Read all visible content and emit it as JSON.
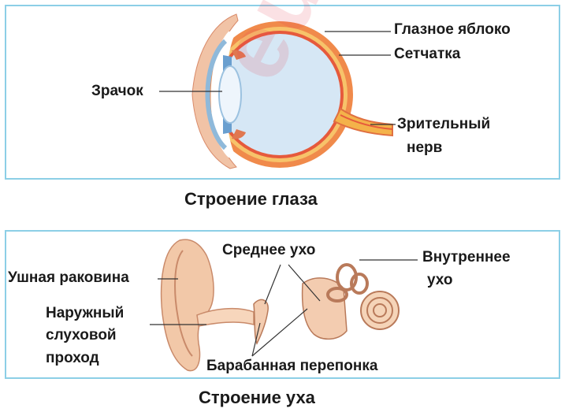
{
  "eye": {
    "caption": "Строение глаза",
    "labels": {
      "eyeball": "Глазное яблоко",
      "retina": "Сетчатка",
      "pupil": "Зрачок",
      "optic_nerve_1": "Зрительный",
      "optic_nerve_2": "нерв"
    }
  },
  "ear": {
    "caption": "Строение уха",
    "labels": {
      "auricle": "Ушная раковина",
      "middle_ear": "Среднее ухо",
      "inner_ear_1": "Внутреннее",
      "inner_ear_2": "ухо",
      "canal_1": "Наружный",
      "canal_2": "слуховой",
      "canal_3": "проход",
      "eardrum": "Барабанная перепонка"
    }
  },
  "watermark": "euroki",
  "colors": {
    "frame": "#8ccfe6",
    "sclera": "#e8602c",
    "eye_inner": "#cfe3f3",
    "ear_skin": "#f2c8a8"
  }
}
